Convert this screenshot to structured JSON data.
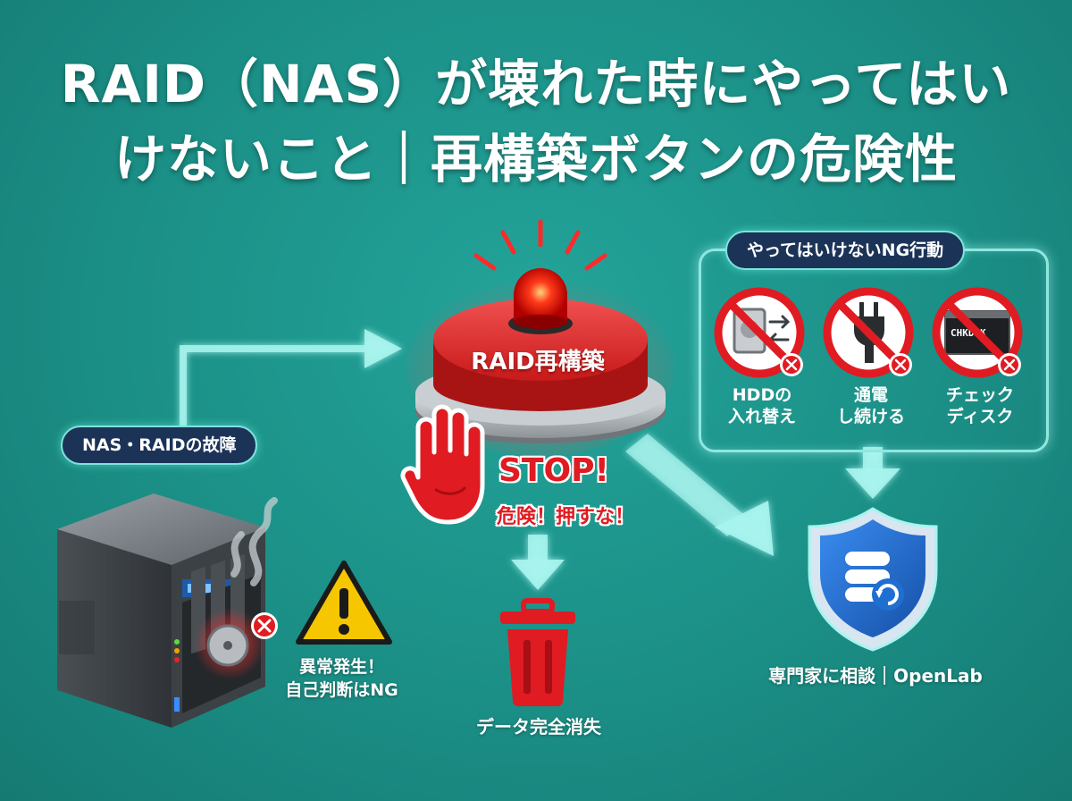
{
  "title": {
    "line1": "RAID（NAS）が壊れた時にやってはい",
    "line2": "けないこと｜再構築ボタンの危険性"
  },
  "nas": {
    "label": "NAS・RAIDの故障",
    "warning_line1": "異常発生！",
    "warning_line2": "自己判断はNG"
  },
  "rebuild_button": {
    "label": "RAID再構築",
    "stop": "STOP!",
    "stop_sub": "危険！押すな！"
  },
  "outcome_bad": {
    "label": "データ完全消失"
  },
  "ng_panel": {
    "title": "やってはいけないNG行動",
    "items": [
      {
        "line1": "HDDの",
        "line2": "入れ替え",
        "icon": "hdd-swap-icon"
      },
      {
        "line1": "通電",
        "line2": "し続ける",
        "icon": "power-plug-icon"
      },
      {
        "line1": "チェック",
        "line2": "ディスク",
        "icon": "chkdsk-icon",
        "screen_text": "CHKDSK"
      }
    ]
  },
  "outcome_good": {
    "label": "専門家に相談｜OpenLab"
  },
  "colors": {
    "background": "#1b8f86",
    "danger_red": "#e01b22",
    "pill_navy": "#1c3358",
    "shield_blue": "#1f6fd1",
    "glow": "#a8f4ee"
  }
}
